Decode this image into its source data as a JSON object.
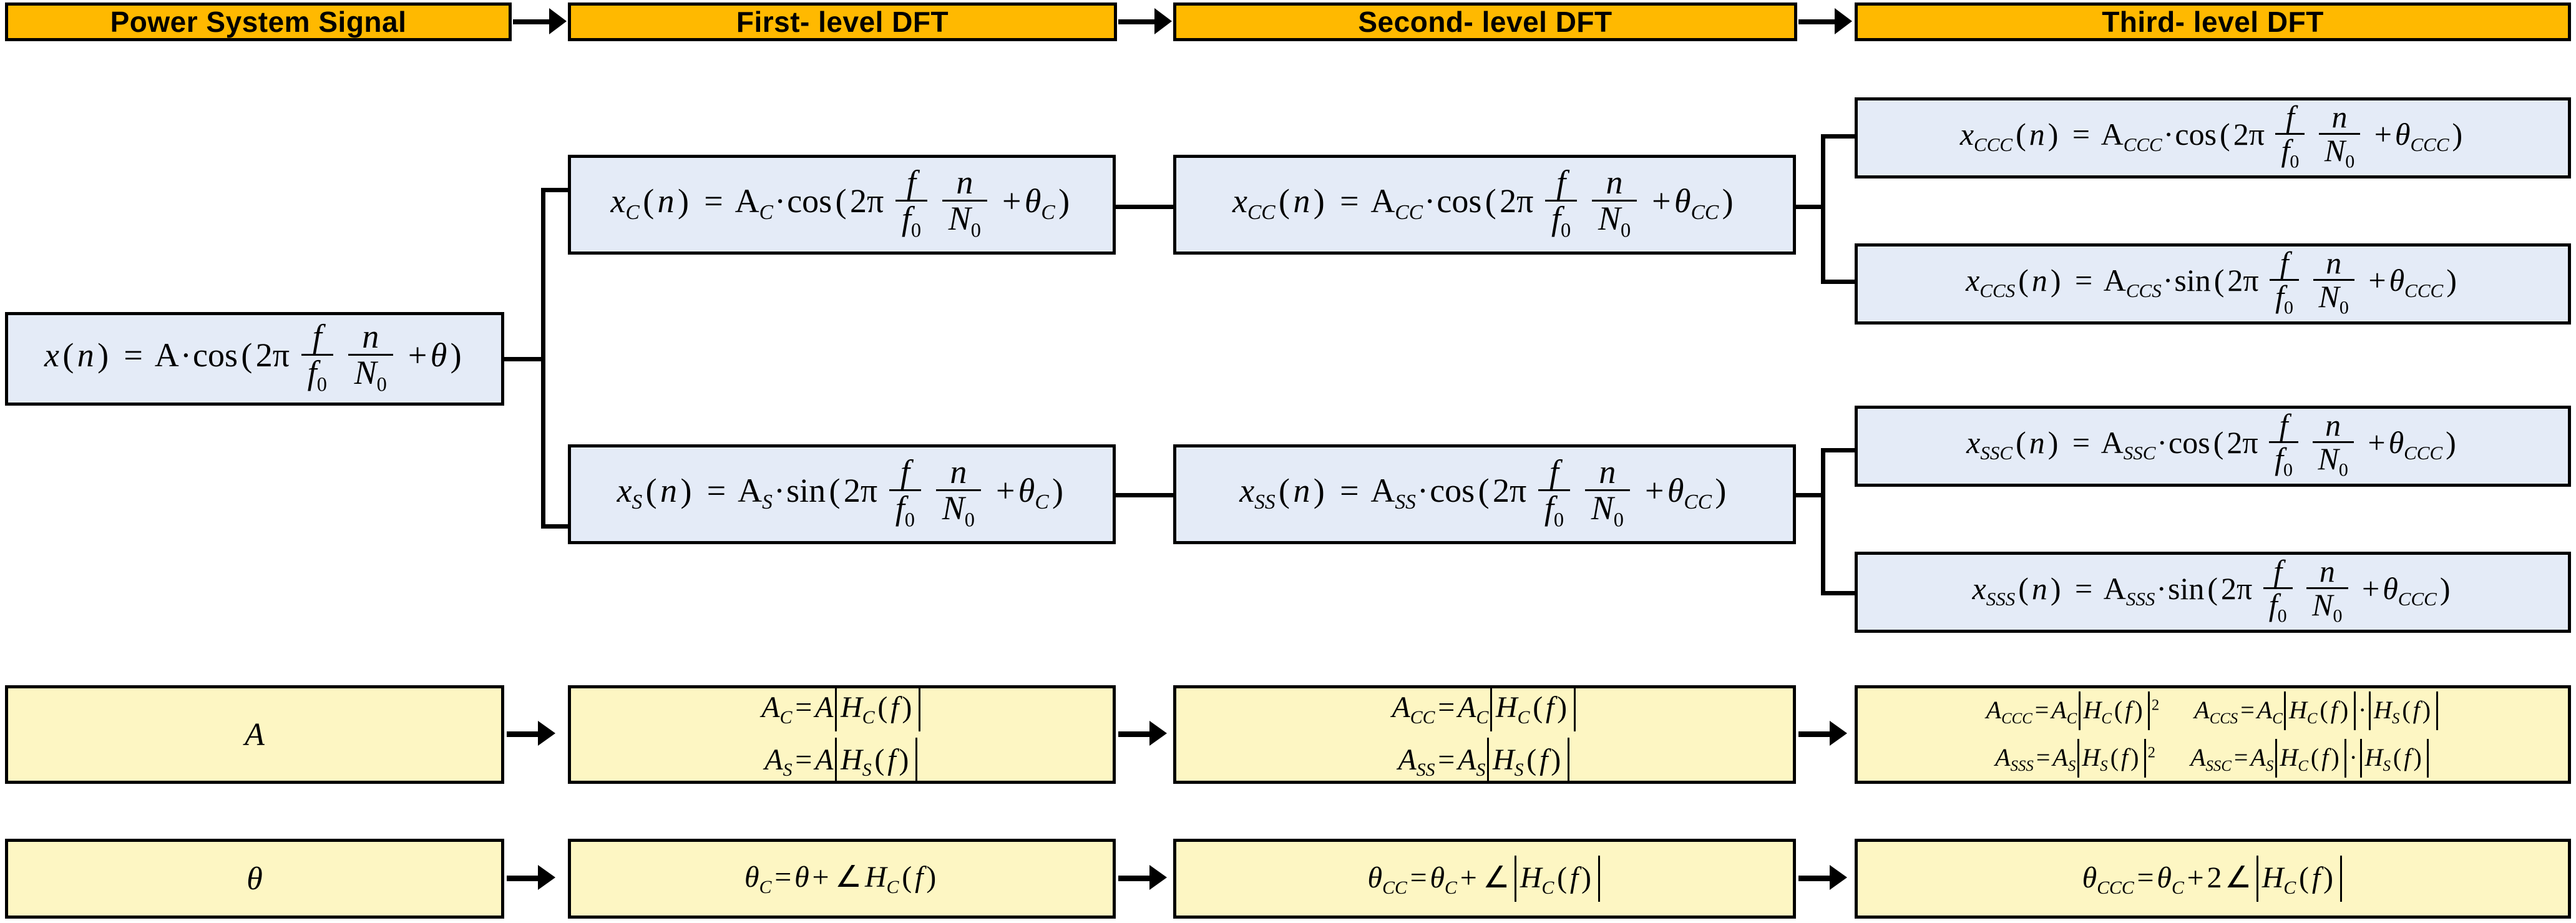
{
  "diagram": {
    "title": "Multi-level DFT decomposition of a power system signal",
    "colors": {
      "header_fill": "#FFB900",
      "signal_fill": "#E4EBF7",
      "param_fill": "#FDF6C3",
      "stroke": "#000000"
    }
  },
  "headers": [
    {
      "label": "Power System Signal"
    },
    {
      "label": "First- level DFT"
    },
    {
      "label": "Second- level DFT"
    },
    {
      "label": "Third- level DFT"
    }
  ],
  "signal_row": {
    "level0": [
      {
        "name": "x(n)",
        "lhs": "x",
        "lhs_sub": "",
        "amp": "A",
        "amp_sub": "",
        "trig": "cos",
        "phase": "θ",
        "phase_sub": "",
        "text": "x(n) = A·cos(2π f/f0 · n/N0 + θ)"
      }
    ],
    "level1": [
      {
        "name": "xC(n)",
        "lhs": "x",
        "lhs_sub": "C",
        "amp": "A",
        "amp_sub": "C",
        "trig": "cos",
        "phase": "θ",
        "phase_sub": "C",
        "text": "xC(n) = AC·cos(2π f/f0 · n/N0 + θC)"
      },
      {
        "name": "xS(n)",
        "lhs": "x",
        "lhs_sub": "S",
        "amp": "A",
        "amp_sub": "S",
        "trig": "sin",
        "phase": "θ",
        "phase_sub": "C",
        "text": "xS(n) = AS·sin(2π f/f0 · n/N0 + θC)"
      }
    ],
    "level2": [
      {
        "name": "xCC(n)",
        "lhs": "x",
        "lhs_sub": "CC",
        "amp": "A",
        "amp_sub": "CC",
        "trig": "cos",
        "phase": "θ",
        "phase_sub": "CC",
        "text": "xCC(n) = ACC·cos(2π f/f0 · n/N0 + θCC)"
      },
      {
        "name": "xSS(n)",
        "lhs": "x",
        "lhs_sub": "SS",
        "amp": "A",
        "amp_sub": "SS",
        "trig": "cos",
        "phase": "θ",
        "phase_sub": "CC",
        "text": "xSS(n) = ASS·cos(2π f/f0 · n/N0 + θCC)"
      }
    ],
    "level3": [
      {
        "name": "xCCC(n)",
        "lhs": "x",
        "lhs_sub": "CCC",
        "amp": "A",
        "amp_sub": "CCC",
        "trig": "cos",
        "phase": "θ",
        "phase_sub": "CCC",
        "text": "xCCC(n) = ACCC·cos(2π f/f0 · n/N0 + θCCC)"
      },
      {
        "name": "xCCS(n)",
        "lhs": "x",
        "lhs_sub": "CCS",
        "amp": "A",
        "amp_sub": "CCS",
        "trig": "sin",
        "phase": "θ",
        "phase_sub": "CCC",
        "text": "xCCS(n) = ACCS·sin(2π f/f0 · n/N0 + θCCC)"
      },
      {
        "name": "xSSC(n)",
        "lhs": "x",
        "lhs_sub": "SSC",
        "amp": "A",
        "amp_sub": "SSC",
        "trig": "cos",
        "phase": "θ",
        "phase_sub": "CCC",
        "text": "xSSC(n) = ASSC·cos(2π f/f0 · n/N0 + θCCC)"
      },
      {
        "name": "xSSS(n)",
        "lhs": "x",
        "lhs_sub": "SSS",
        "amp": "A",
        "amp_sub": "SSS",
        "trig": "sin",
        "phase": "θ",
        "phase_sub": "CCC",
        "text": "xSSS(n) = ASSS·sin(2π f/f0 · n/N0 + θCCC)"
      }
    ],
    "common": {
      "freq_num": "f",
      "freq_den": "f",
      "freq_den_sub": "0",
      "n_num": "n",
      "n_den": "N",
      "n_den_sub": "0",
      "two_pi": "2π"
    }
  },
  "amplitude_row": {
    "level0": {
      "label": "A"
    },
    "level1": [
      {
        "lhs": "A",
        "lhs_sub": "C",
        "rhs_amp": "A",
        "rhs_amp_sub": "",
        "H": "H",
        "H_sub": "C",
        "arg": "f",
        "exp": "",
        "text": "AC = A|HC(f)|"
      },
      {
        "lhs": "A",
        "lhs_sub": "S",
        "rhs_amp": "A",
        "rhs_amp_sub": "",
        "H": "H",
        "H_sub": "S",
        "arg": "f",
        "exp": "",
        "text": "AS = A|HS(f)|"
      }
    ],
    "level2": [
      {
        "lhs": "A",
        "lhs_sub": "CC",
        "rhs_amp": "A",
        "rhs_amp_sub": "C",
        "H": "H",
        "H_sub": "C",
        "arg": "f",
        "exp": "",
        "text": "ACC = AC|HC(f)|"
      },
      {
        "lhs": "A",
        "lhs_sub": "SS",
        "rhs_amp": "A",
        "rhs_amp_sub": "S",
        "H": "H",
        "H_sub": "S",
        "arg": "f",
        "exp": "",
        "text": "ASS = AS|HS(f)|"
      }
    ],
    "level3": [
      {
        "lhs": "A",
        "lhs_sub": "CCC",
        "rhs_amp": "A",
        "rhs_amp_sub": "C",
        "H1": "H",
        "H1_sub": "C",
        "exp": "2",
        "H2": "",
        "H2_sub": "",
        "arg": "f",
        "text": "ACCC = AC|HC(f)|²"
      },
      {
        "lhs": "A",
        "lhs_sub": "CCS",
        "rhs_amp": "A",
        "rhs_amp_sub": "C",
        "H1": "H",
        "H1_sub": "C",
        "exp": "",
        "H2": "H",
        "H2_sub": "S",
        "arg": "f",
        "text": "ACCS = AC|HC(f)|·|HS(f)|"
      },
      {
        "lhs": "A",
        "lhs_sub": "SSS",
        "rhs_amp": "A",
        "rhs_amp_sub": "S",
        "H1": "H",
        "H1_sub": "S",
        "exp": "2",
        "H2": "",
        "H2_sub": "",
        "arg": "f",
        "text": "ASSS = AS|HS(f)|²"
      },
      {
        "lhs": "A",
        "lhs_sub": "SSC",
        "rhs_amp": "A",
        "rhs_amp_sub": "S",
        "H1": "H",
        "H1_sub": "C",
        "exp": "",
        "H2": "H",
        "H2_sub": "S",
        "arg": "f",
        "text": "ASSC = AS|HC(f)|·|HS(f)|"
      }
    ]
  },
  "phase_row": {
    "level0": {
      "label": "θ"
    },
    "level1": {
      "lhs": "θ",
      "lhs_sub": "C",
      "base": "θ",
      "base_sub": "",
      "coef": "",
      "H": "H",
      "H_sub": "C",
      "arg": "f",
      "text": "θC = θ + ∠HC(f)"
    },
    "level2": {
      "lhs": "θ",
      "lhs_sub": "CC",
      "base": "θ",
      "base_sub": "C",
      "coef": "",
      "H": "H",
      "H_sub": "C",
      "arg": "f",
      "text": "θCC = θC + ∠|HC(f)|"
    },
    "level3": {
      "lhs": "θ",
      "lhs_sub": "CCC",
      "base": "θ",
      "base_sub": "C",
      "coef": "2",
      "H": "H",
      "H_sub": "C",
      "arg": "f",
      "text": "θCCC = θC + 2∠|HC(f)|"
    }
  },
  "symbols": {
    "equals": "=",
    "plus": "+",
    "cdot": "·",
    "angle": "∠",
    "open_paren": "(",
    "close_paren": ")"
  }
}
